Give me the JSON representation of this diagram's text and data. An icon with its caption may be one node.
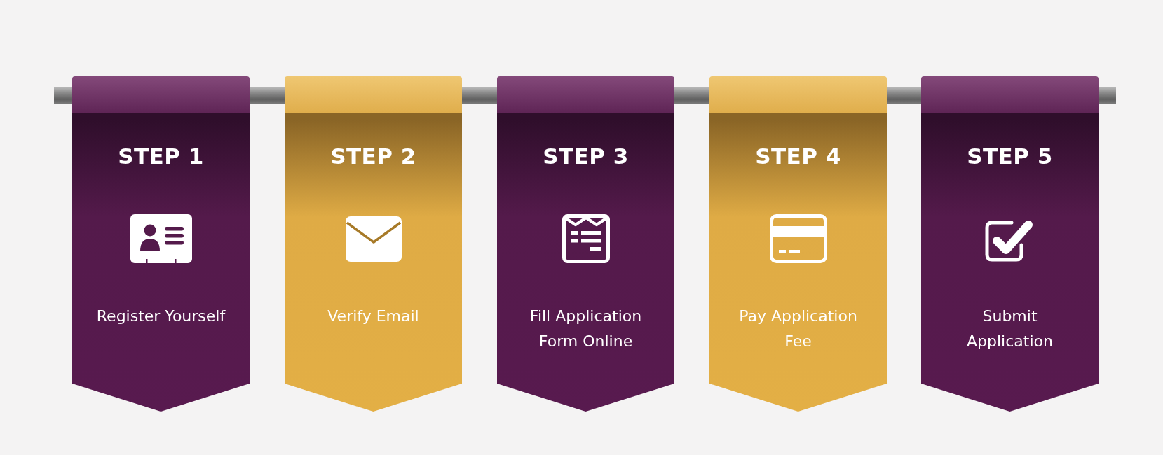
{
  "diagram": {
    "nodes": [
      {
        "text": [],
        "shape": "bar"
      },
      {
        "text": [
          "STEP 1",
          "Register Yourself"
        ]
      },
      {
        "text": [
          "STEP 2",
          "Verify Email"
        ]
      },
      {
        "text": [
          "STEP 3",
          "Fill Application Form Online"
        ]
      },
      {
        "text": [
          "STEP 4",
          "Pay Application Fee"
        ]
      },
      {
        "text": [
          "STEP 5",
          "Submit Application"
        ]
      }
    ]
  }
}
